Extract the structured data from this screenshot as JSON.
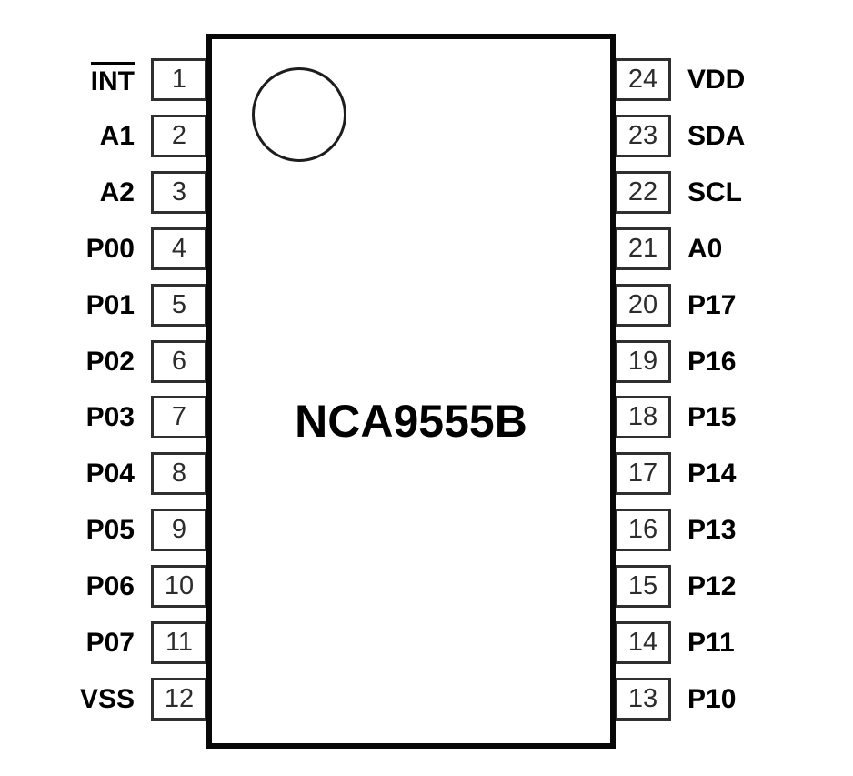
{
  "diagram": {
    "chip_name": "NCA9555B"
  },
  "pins": {
    "left": [
      {
        "number": "1",
        "label": "INT",
        "overline": true
      },
      {
        "number": "2",
        "label": "A1"
      },
      {
        "number": "3",
        "label": "A2"
      },
      {
        "number": "4",
        "label": "P00"
      },
      {
        "number": "5",
        "label": "P01"
      },
      {
        "number": "6",
        "label": "P02"
      },
      {
        "number": "7",
        "label": "P03"
      },
      {
        "number": "8",
        "label": "P04"
      },
      {
        "number": "9",
        "label": "P05"
      },
      {
        "number": "10",
        "label": "P06"
      },
      {
        "number": "11",
        "label": "P07"
      },
      {
        "number": "12",
        "label": "VSS"
      }
    ],
    "right": [
      {
        "number": "24",
        "label": "VDD"
      },
      {
        "number": "23",
        "label": "SDA"
      },
      {
        "number": "22",
        "label": "SCL"
      },
      {
        "number": "21",
        "label": "A0"
      },
      {
        "number": "20",
        "label": "P17"
      },
      {
        "number": "19",
        "label": "P16"
      },
      {
        "number": "18",
        "label": "P15"
      },
      {
        "number": "17",
        "label": "P14"
      },
      {
        "number": "16",
        "label": "P13"
      },
      {
        "number": "15",
        "label": "P12"
      },
      {
        "number": "14",
        "label": "P11"
      },
      {
        "number": "13",
        "label": "P10"
      }
    ]
  },
  "colors": {
    "ink": "#000000",
    "chip_border": "#080808",
    "pin_box_border": "#2f2f2f",
    "pin_number": "#2c2c2c"
  }
}
